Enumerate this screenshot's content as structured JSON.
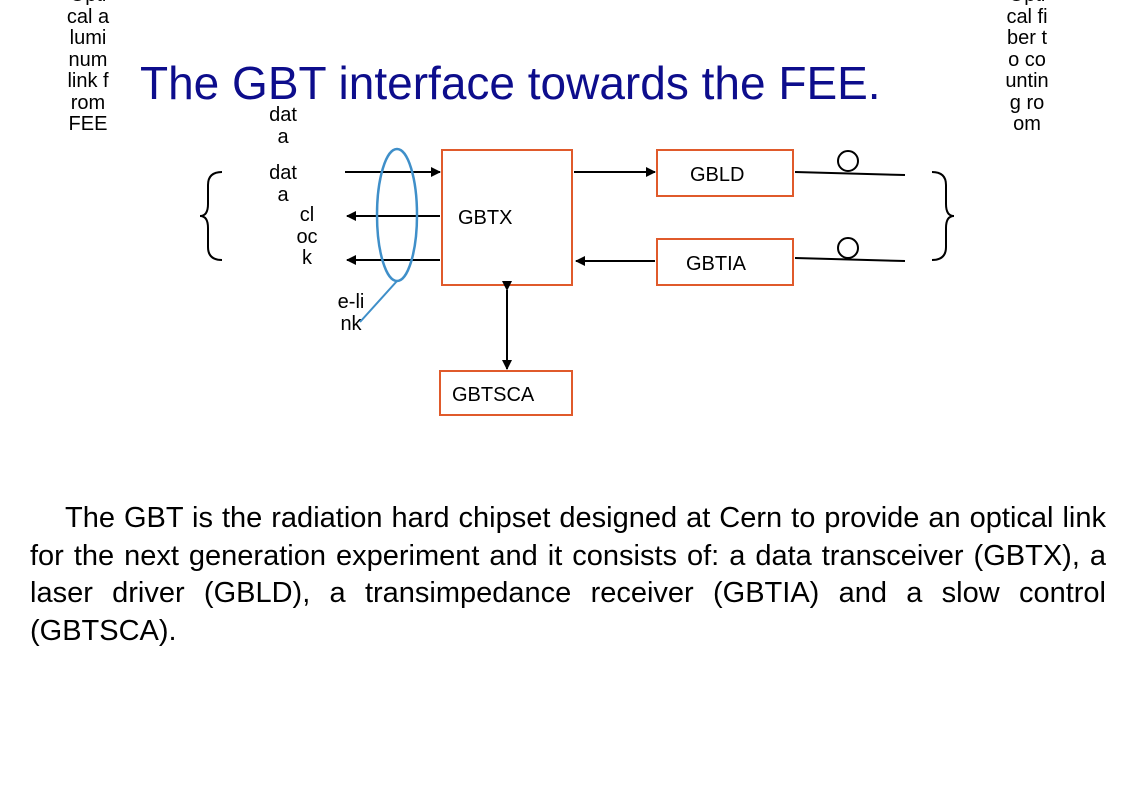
{
  "slide": {
    "title": "The GBT interface towards the FEE.",
    "left_label": "Optical aluminum link from FEE",
    "right_label": "Optical fiber to counting room",
    "signals": {
      "data_upper": "data",
      "data_lower": "data",
      "clock": "clock",
      "elink": "e-link"
    },
    "blocks": {
      "gbtx": "GBTX",
      "gbld": "GBLD",
      "gbtia": "GBTIA",
      "gbtsca": "GBTSCA"
    },
    "body": "The GBT is the radiation hard chipset designed at Cern to provide an optical link for the next generation experiment and it consists of: a data transceiver (GBTX), a laser driver (GBLD), a transimpedance receiver (GBTIA) and a slow control (GBTSCA)."
  },
  "colors": {
    "title": "#0d0d8c",
    "box_border": "#e05a2b",
    "ellipse": "#3f8fc9"
  }
}
